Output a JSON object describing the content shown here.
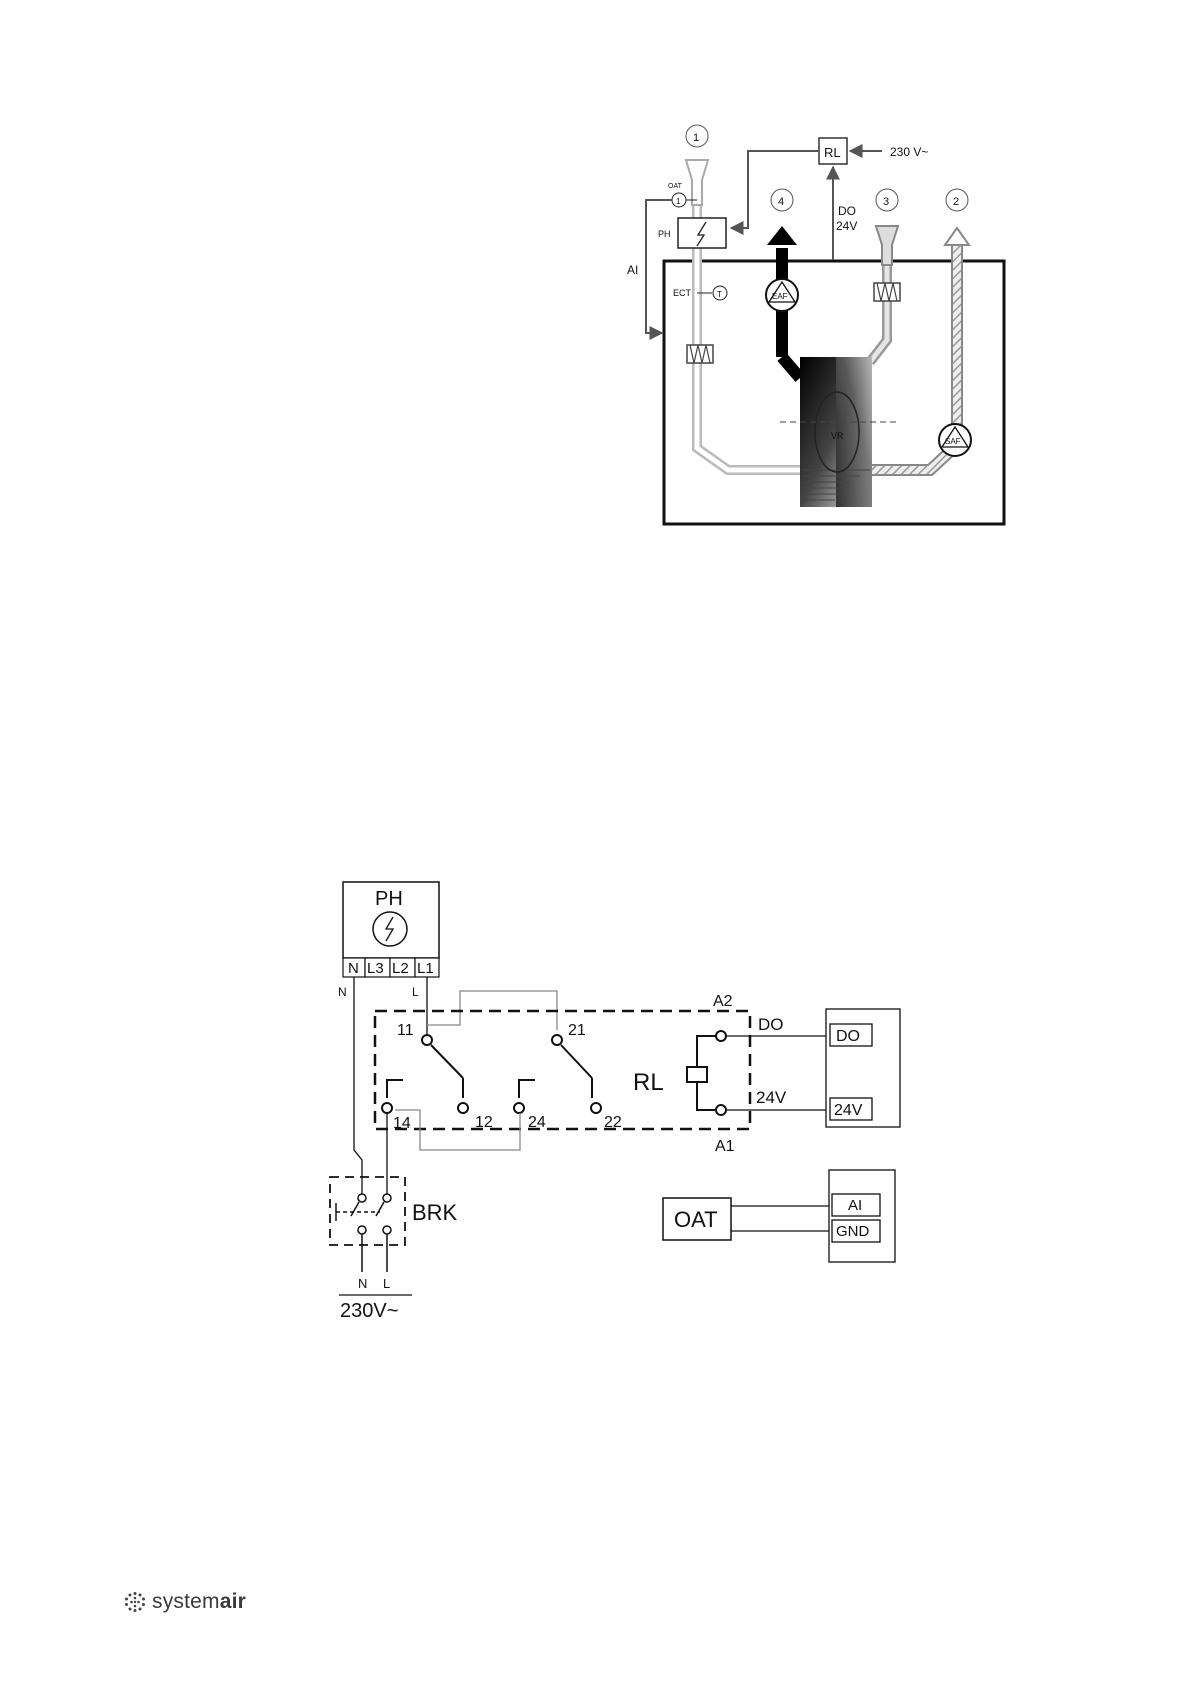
{
  "unit_diagram": {
    "nodes": [
      {
        "id": "n1",
        "label": "1"
      },
      {
        "id": "n2",
        "label": "2"
      },
      {
        "id": "n3",
        "label": "3"
      },
      {
        "id": "n4",
        "label": "4"
      }
    ],
    "relay_label": "RL",
    "mains_label": "230 V~",
    "do_label": "DO",
    "v24_label": "24V",
    "oat_label": "OAT",
    "oat_symbol": "1",
    "ph_label": "PH",
    "ai_label": "AI",
    "ect_label": "ECT",
    "ect_symbol": "T",
    "eaf_label": "EAF",
    "saf_label": "SAF",
    "vr_label": "VR"
  },
  "wiring_diagram": {
    "ph_title": "PH",
    "ph_terminals": [
      "N",
      "L3",
      "L2",
      "L1"
    ],
    "wire_n": "N",
    "wire_l": "L",
    "relay": {
      "label": "RL",
      "a2": "A2",
      "a1": "A1",
      "contacts": [
        "11",
        "14",
        "12",
        "21",
        "24",
        "22"
      ]
    },
    "do_wire": "DO",
    "v24_wire": "24V",
    "controller_terms_top": [
      "DO",
      "24V"
    ],
    "controller_terms_bottom": [
      "AI",
      "GND"
    ],
    "oat": "OAT",
    "breaker": "BRK",
    "supply_n": "N",
    "supply_l": "L",
    "supply": "230V~"
  },
  "footer": {
    "brand_light": "system",
    "brand_bold": "air",
    "logo_icon": "systemair-dots-icon"
  }
}
